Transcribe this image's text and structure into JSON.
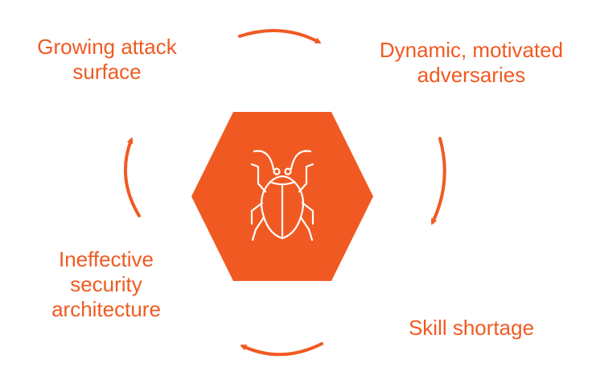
{
  "colors": {
    "accent": "#f05a22",
    "icon": "#ffffff"
  },
  "center_icon": "bug-icon",
  "cycle": [
    {
      "label_lines": [
        "Growing attack",
        "surface"
      ]
    },
    {
      "label_lines": [
        "Dynamic, motivated",
        "adversaries"
      ]
    },
    {
      "label_lines": [
        "Skill shortage"
      ]
    },
    {
      "label_lines": [
        "Ineffective",
        "security",
        "architecture"
      ]
    }
  ]
}
